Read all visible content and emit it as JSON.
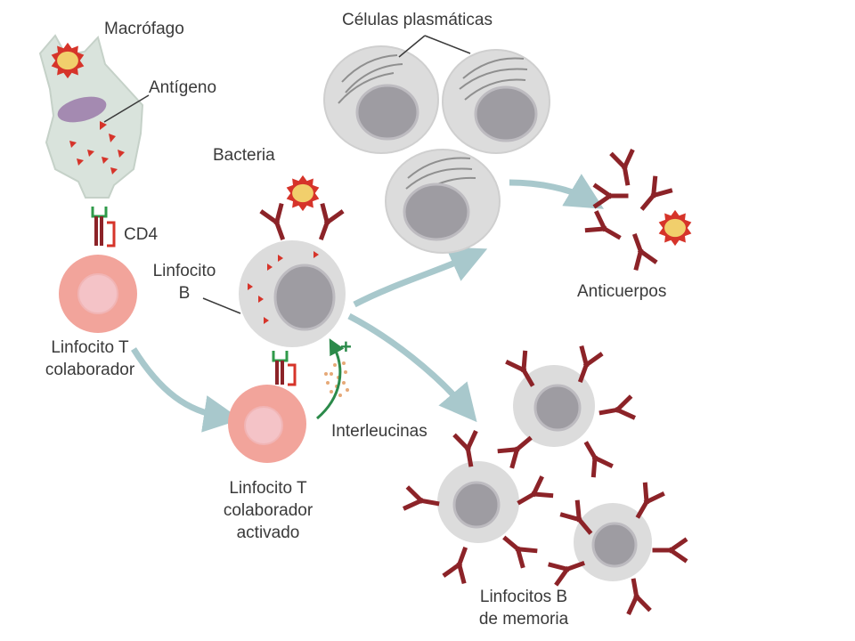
{
  "labels": {
    "macrophage": "Macrófago",
    "antigen": "Antígeno",
    "cd4": "CD4",
    "helper_t": [
      "Linfocito T",
      "colaborador"
    ],
    "b_cell": [
      "Linfocito",
      "B"
    ],
    "bacteria": "Bacteria",
    "plasma_cells": "Células plasmáticas",
    "antibodies": "Anticuerpos",
    "activated_t": [
      "Linfocito T",
      "colaborador",
      "activado"
    ],
    "interleukins": "Interleucinas",
    "memory_b": [
      "Linfocitos B",
      "de memoria"
    ],
    "plus_sign": "+"
  },
  "colors": {
    "macrophage_fill": "#d9e3dc",
    "t_cell_fill": "#f2a49b",
    "t_cell_nucleus": "#f4c3c7",
    "b_cell_fill": "#dcdcdc",
    "b_cell_nucleus": "#9e9ca2",
    "antigen_red": "#d6342a",
    "antibody": "#8c2328",
    "bacteria_fill": "#f1cf6c",
    "arrow": "#a8c8cc",
    "receptor_green": "#2f9a4a",
    "cd4_red": "#d6342a",
    "plus_green": "#2b8a4a"
  }
}
